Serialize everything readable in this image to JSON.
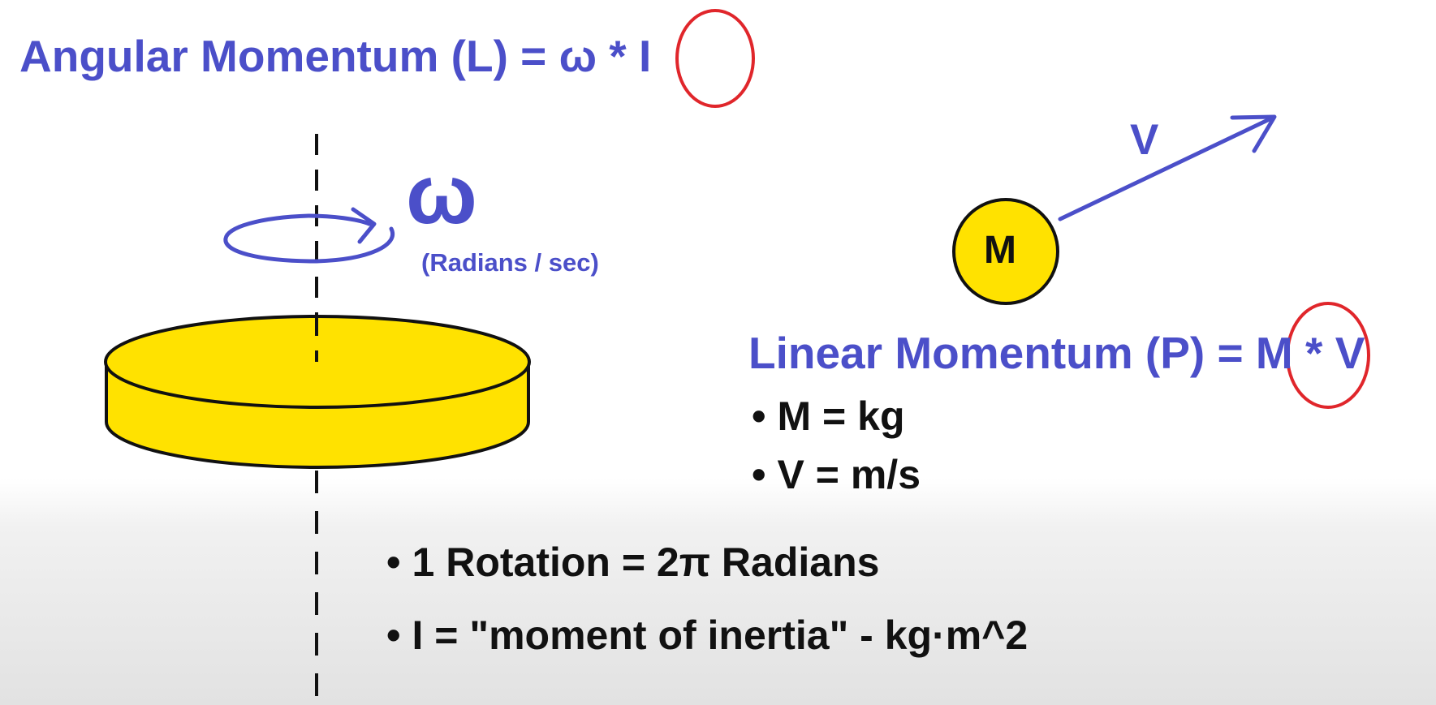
{
  "angular": {
    "formula": "Angular Momentum (L) = ω * I",
    "omega_symbol": "ω",
    "omega_units": "(Radians / sec)"
  },
  "linear": {
    "formula": "Linear Momentum (P) = M * V",
    "mass_label": "M",
    "velocity_label": "V",
    "bullets": [
      "M = kg",
      "V = m/s"
    ]
  },
  "notes": {
    "bullets": [
      "1 Rotation = 2π Radians",
      "I = \"moment of inertia\" - kg·m^2"
    ]
  },
  "colors": {
    "accent_blue": "#4b4fc9",
    "highlight_red": "#e0262b",
    "disk_yellow": "#ffe200",
    "text_black": "#111111"
  }
}
